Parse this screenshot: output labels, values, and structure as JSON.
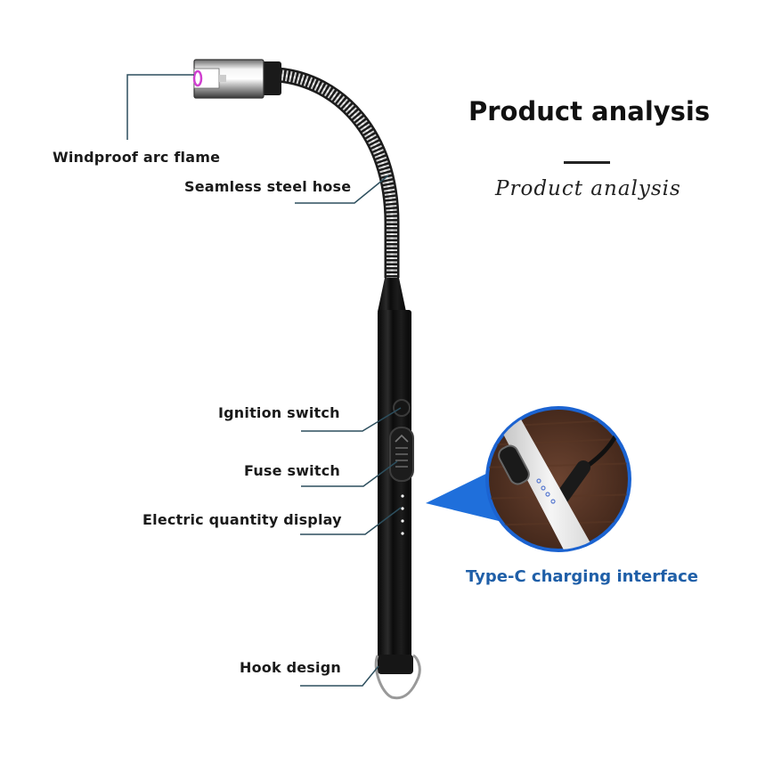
{
  "header": {
    "title": "Product analysis",
    "subtitle": "Product analysis"
  },
  "labels": {
    "windproof_arc_flame": "Windproof arc flame",
    "seamless_steel_hose": "Seamless steel hose",
    "ignition_switch": "Ignition switch",
    "fuse_switch": "Fuse switch",
    "electric_quantity_display": "Electric quantity display",
    "hook_design": "Hook design"
  },
  "callout": {
    "label": "Type-C charging interface",
    "color": "#1f5fa8",
    "ring_color": "#1b63d1"
  },
  "colors": {
    "leader_line": "#2d4f5e",
    "body": "#111111",
    "arc": "#d040d0"
  }
}
